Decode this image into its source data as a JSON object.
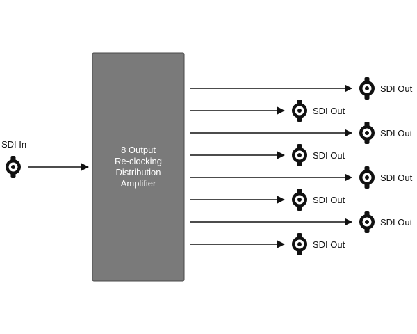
{
  "input": {
    "label": "SDI In"
  },
  "amplifier": {
    "lines": [
      "8 Output",
      "Re-clocking",
      "Distribution",
      "Amplifier"
    ]
  },
  "outputs": [
    {
      "label": "SDI Out"
    },
    {
      "label": "SDI Out"
    },
    {
      "label": "SDI Out"
    },
    {
      "label": "SDI Out"
    },
    {
      "label": "SDI Out"
    },
    {
      "label": "SDI Out"
    },
    {
      "label": "SDI Out"
    },
    {
      "label": "SDI Out"
    }
  ],
  "colors": {
    "box_fill": "#7a7a7a",
    "box_stroke": "#4a4a4a",
    "line": "#111111",
    "connector": "#111111",
    "connector_ring": "#ffffff",
    "box_text": "#ffffff"
  },
  "icons": {
    "connector": "bnc-connector-icon",
    "arrow": "arrowhead-icon"
  }
}
